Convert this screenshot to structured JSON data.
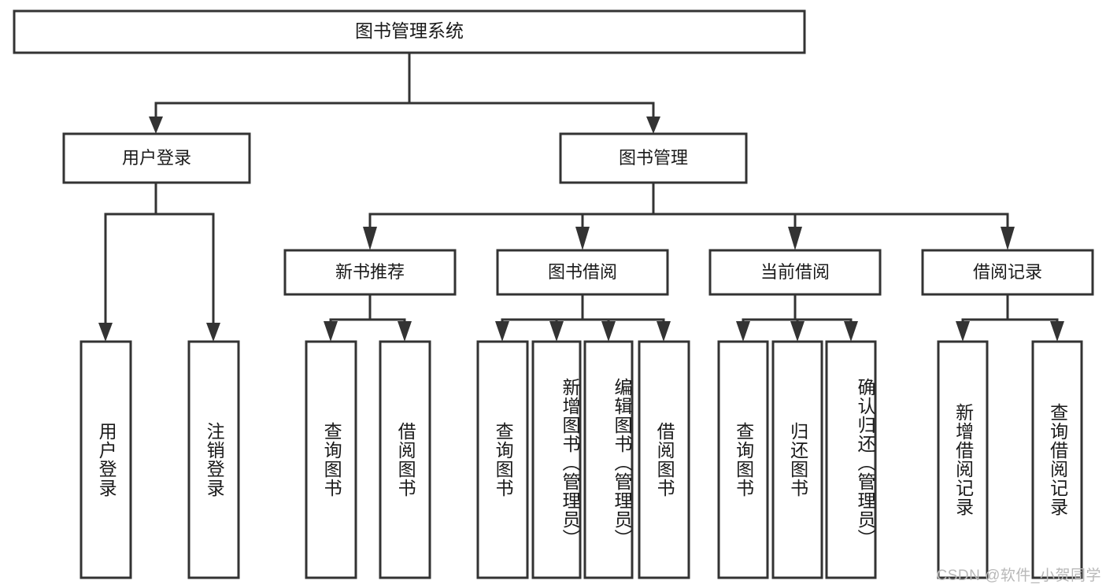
{
  "diagram": {
    "title": "图书管理系统",
    "watermark": "CSDN @软件_小贺同学",
    "levels": {
      "root": {
        "label": "图书管理系统"
      },
      "level2": [
        {
          "label": "用户登录"
        },
        {
          "label": "图书管理"
        }
      ],
      "level3": [
        {
          "label": "新书推荐"
        },
        {
          "label": "图书借阅"
        },
        {
          "label": "当前借阅"
        },
        {
          "label": "借阅记录"
        }
      ],
      "leaves": [
        {
          "label": "用户登录",
          "parent": "用户登录"
        },
        {
          "label": "注销登录",
          "parent": "用户登录"
        },
        {
          "label": "查询图书",
          "parent": "新书推荐"
        },
        {
          "label": "借阅图书",
          "parent": "新书推荐"
        },
        {
          "label": "查询图书",
          "parent": "图书借阅"
        },
        {
          "label": "新增图书（管理员）",
          "parent": "图书借阅"
        },
        {
          "label": "编辑图书（管理员）",
          "parent": "图书借阅"
        },
        {
          "label": "借阅图书",
          "parent": "图书借阅"
        },
        {
          "label": "查询图书",
          "parent": "当前借阅"
        },
        {
          "label": "归还图书",
          "parent": "当前借阅"
        },
        {
          "label": "确认归还（管理员）",
          "parent": "当前借阅"
        },
        {
          "label": "新增借阅记录",
          "parent": "借阅记录"
        },
        {
          "label": "查询借阅记录",
          "parent": "借阅记录"
        }
      ]
    },
    "colors": {
      "stroke": "#333333",
      "fill": "#ffffff",
      "text": "#1a1a1a",
      "watermark": "#b8b8b8"
    }
  }
}
